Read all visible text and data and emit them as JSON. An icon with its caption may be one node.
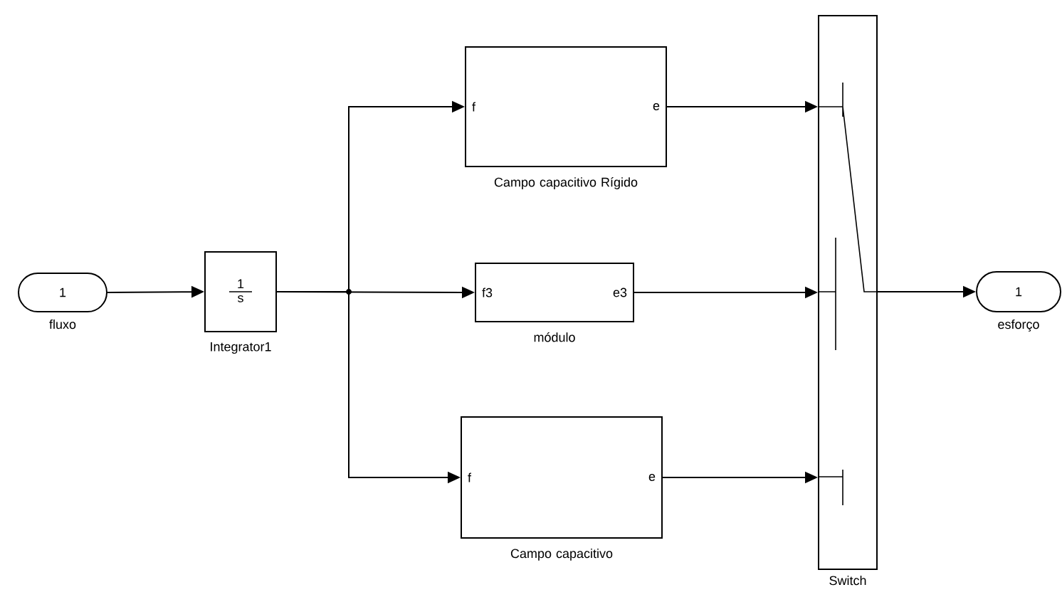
{
  "diagram": {
    "nodes": [
      {
        "text": [
          "1",
          "fluxo"
        ]
      },
      {
        "text": [
          "1",
          "s",
          "Integrator1"
        ]
      },
      {
        "text": [
          "f",
          "e",
          "Campo capacitivo Rígido"
        ]
      },
      {
        "text": [
          "f3",
          "e3",
          "módulo"
        ]
      },
      {
        "text": [
          "f",
          "e",
          "Campo capacitivo"
        ]
      },
      {
        "text": [
          "Switch"
        ]
      },
      {
        "text": [
          "1",
          "esforço"
        ]
      }
    ],
    "edges": [
      {
        "from": 0,
        "to": 1,
        "arrow": "to"
      },
      {
        "from": 1,
        "to": 2,
        "arrow": "to"
      },
      {
        "from": 1,
        "to": 3,
        "arrow": "to"
      },
      {
        "from": 1,
        "to": 4,
        "arrow": "to"
      },
      {
        "from": 2,
        "to": 5,
        "arrow": "to"
      },
      {
        "from": 3,
        "to": 5,
        "arrow": "to"
      },
      {
        "from": 4,
        "to": 5,
        "arrow": "to"
      },
      {
        "from": 5,
        "to": 6,
        "arrow": "to"
      }
    ]
  }
}
